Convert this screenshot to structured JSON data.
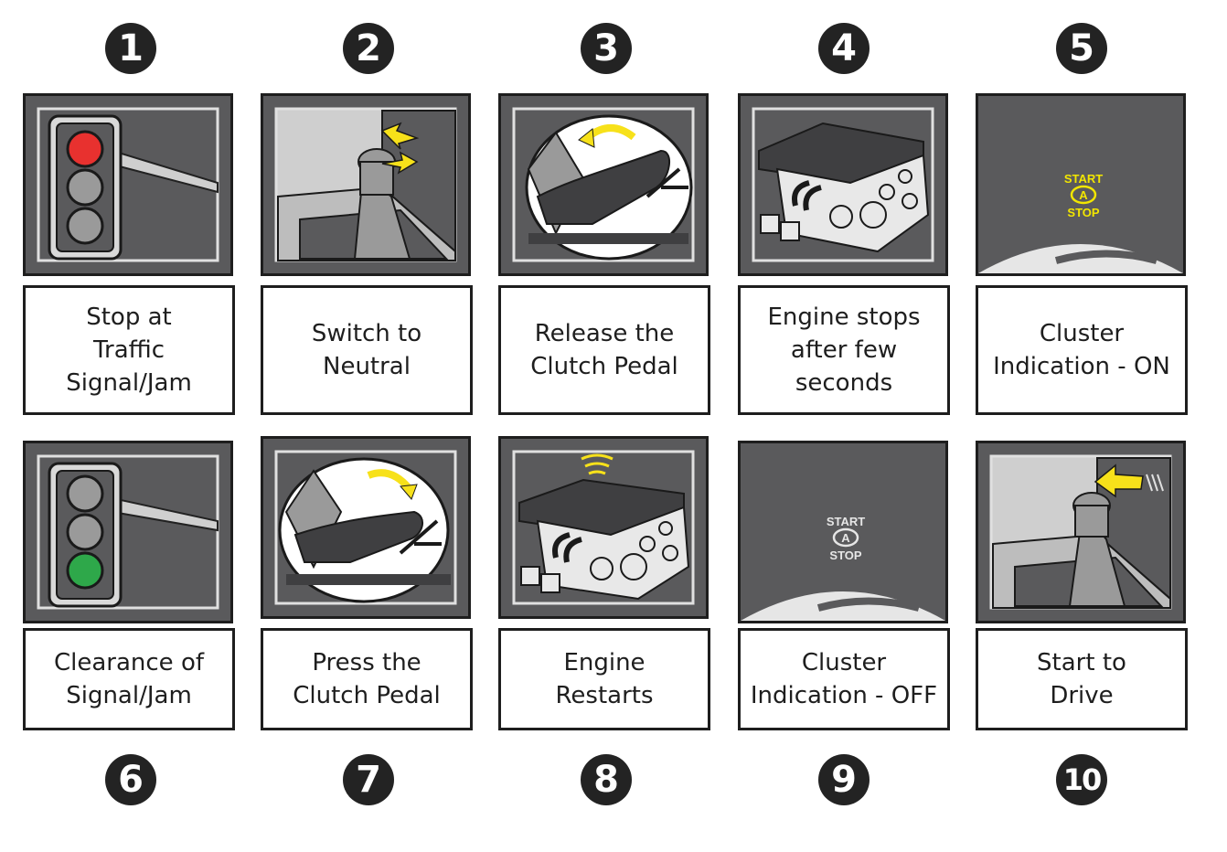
{
  "steps": [
    {
      "number": "1",
      "caption": "Stop at\nTraffic\nSignal/Jam",
      "icon": "traffic-light-red-icon"
    },
    {
      "number": "2",
      "caption": "Switch to\nNeutral",
      "icon": "gear-shifter-neutral-icon"
    },
    {
      "number": "3",
      "caption": "Release the\nClutch Pedal",
      "icon": "clutch-pedal-release-icon"
    },
    {
      "number": "4",
      "caption": "Engine stops\nafter few\nseconds",
      "icon": "engine-icon"
    },
    {
      "number": "5",
      "caption": "Cluster\nIndication - ON",
      "icon": "start-stop-indicator-on-icon",
      "indicator": {
        "top": "START",
        "letter": "A",
        "bottom": "STOP"
      }
    },
    {
      "number": "6",
      "caption": "Clearance of\nSignal/Jam",
      "icon": "traffic-light-green-icon"
    },
    {
      "number": "7",
      "caption": "Press the\nClutch Pedal",
      "icon": "clutch-pedal-press-icon"
    },
    {
      "number": "8",
      "caption": "Engine\nRestarts",
      "icon": "engine-restart-icon"
    },
    {
      "number": "9",
      "caption": "Cluster\nIndication - OFF",
      "icon": "start-stop-indicator-off-icon",
      "indicator": {
        "top": "START",
        "letter": "A",
        "bottom": "STOP"
      }
    },
    {
      "number": "10",
      "caption": "Start to\nDrive",
      "icon": "gear-shifter-drive-icon"
    }
  ],
  "colors": {
    "panel": "#5a5a5c",
    "border": "#1e1e1e",
    "light_gray": "#cfcfcf",
    "signal_red": "#e8312f",
    "signal_green": "#2ea84a",
    "indicator_on": "#f2e600",
    "indicator_off": "#e6e6e6",
    "arrow_yellow": "#f7e11a"
  }
}
